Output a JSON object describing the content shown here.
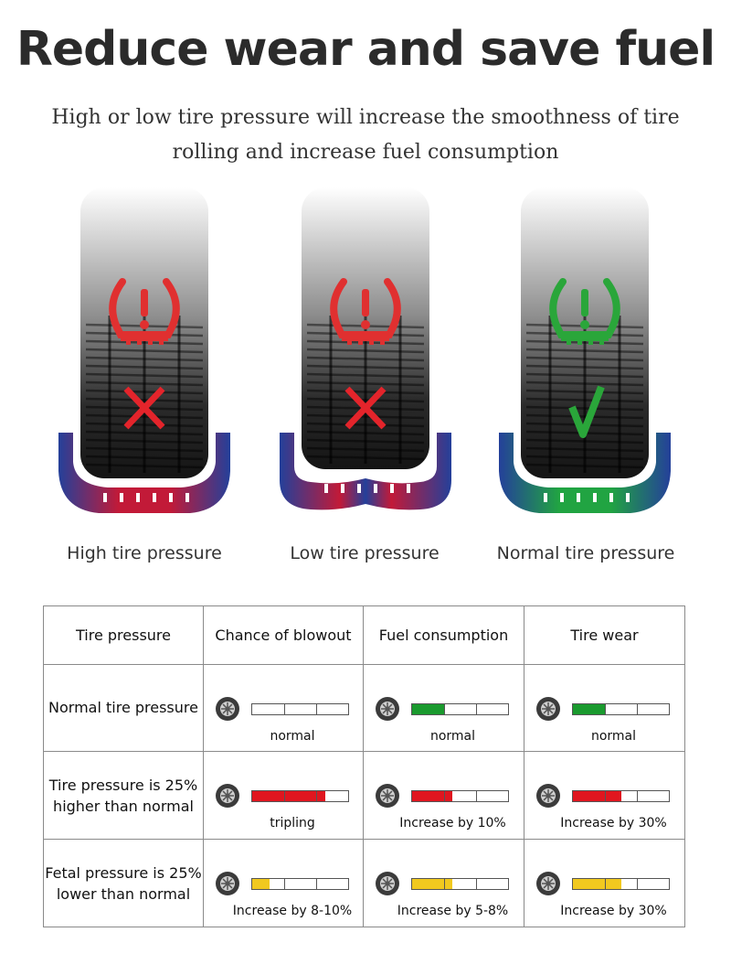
{
  "header": {
    "title": "Reduce wear and save fuel",
    "subtitle_line1": "High or low tire pressure will increase the smoothness of tire",
    "subtitle_line2": "rolling and increase fuel consumption"
  },
  "tires": [
    {
      "label": "High tire pressure",
      "warning_icon": "tpms-warning-icon",
      "status_icon": "cross-icon",
      "status_color": "#e4242b",
      "warning_color": "#e03030",
      "footprint_colors": [
        "#24409a",
        "#c21a38"
      ]
    },
    {
      "label": "Low tire pressure",
      "warning_icon": "tpms-warning-icon",
      "status_icon": "cross-icon",
      "status_color": "#e4242b",
      "warning_color": "#e03030",
      "footprint_colors": [
        "#24409a",
        "#c21a38"
      ]
    },
    {
      "label": "Normal tire pressure",
      "warning_icon": "tpms-warning-icon",
      "status_icon": "check-icon",
      "status_color": "#2aa63a",
      "warning_color": "#2aa63a",
      "footprint_colors": [
        "#24409a",
        "#21a442"
      ]
    }
  ],
  "table": {
    "headers": [
      "Tire pressure",
      "Chance of blowout",
      "Fuel consumption",
      "Tire wear"
    ],
    "rows": [
      {
        "label_line1": "Normal tire pressure",
        "label_line2": "",
        "cells": [
          {
            "caption": "normal",
            "level": 0,
            "color": "#1a9a2e"
          },
          {
            "caption": "normal",
            "level": 0.34,
            "color": "#1a9a2e"
          },
          {
            "caption": "normal",
            "level": 0.34,
            "color": "#1a9a2e"
          }
        ]
      },
      {
        "label_line1": "Tire pressure is 25%",
        "label_line2": "higher than normal",
        "cells": [
          {
            "caption": "tripling",
            "level": 0.76,
            "color": "#e0161f"
          },
          {
            "caption": "Increase by 10%",
            "level": 0.42,
            "color": "#e0161f"
          },
          {
            "caption": "Increase by 30%",
            "level": 0.5,
            "color": "#e0161f"
          }
        ]
      },
      {
        "label_line1": "Fetal pressure is 25%",
        "label_line2": "lower than normal",
        "cells": [
          {
            "caption": "Increase by 8-10%",
            "level": 0.18,
            "color": "#f1c91f"
          },
          {
            "caption": "Increase by 5-8%",
            "level": 0.42,
            "color": "#f1c91f"
          },
          {
            "caption": "Increase by 30%",
            "level": 0.5,
            "color": "#f1c91f"
          }
        ]
      }
    ],
    "wheel_icon": "wheel-icon"
  }
}
